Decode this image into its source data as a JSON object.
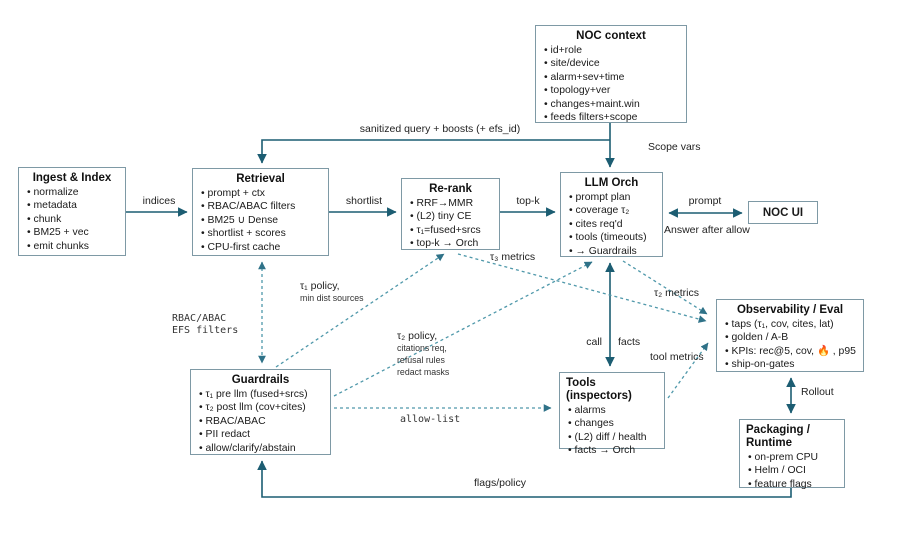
{
  "diagram": {
    "title": "RAG / LLM NOC architecture flow",
    "colors": {
      "solid_arrow": "#1c5d72",
      "dashed_arrow": "#4f98aa",
      "dashed_arrowhead": "#2f7288",
      "box_border": "#7e99a5",
      "text": "#1a1a1a"
    },
    "nodes": {
      "noc_context": {
        "title": "NOC context",
        "items": [
          "id+role",
          "site/device",
          "alarm+sev+time",
          "topology+ver",
          "changes+maint.win",
          "feeds filters+scope"
        ]
      },
      "ingest": {
        "title": "Ingest & Index",
        "items": [
          "normalize",
          "metadata",
          "chunk",
          "BM25 + vec",
          "emit chunks"
        ]
      },
      "retrieval": {
        "title": "Retrieval",
        "items": [
          "prompt + ctx",
          "RBAC/ABAC filters",
          "BM25 ∪ Dense",
          "shortlist + scores",
          "CPU-first cache"
        ]
      },
      "rerank": {
        "title": "Re-rank",
        "items": [
          "RRF→MMR",
          "(L2) tiny CE",
          "τ₁=fused+srcs",
          "top-k → Orch"
        ]
      },
      "llm_orch": {
        "title": "LLM Orch",
        "items": [
          "prompt plan",
          "coverage τ₂",
          "cites req'd",
          "tools (timeouts)",
          "→ Guardrails"
        ]
      },
      "noc_ui": {
        "title": "NOC UI"
      },
      "observability": {
        "title": "Observability / Eval",
        "items": [
          "taps (τ₁, cov, cites, lat)",
          "golden / A-B",
          "KPIs: rec@5, cov, 🔥 , p95",
          "ship-on-gates"
        ]
      },
      "guardrails": {
        "title": "Guardrails",
        "items": [
          "τ₁ pre llm (fused+srcs)",
          "τ₂ post llm (cov+cites)",
          "RBAC/ABAC",
          "PII redact",
          "allow/clarify/abstain"
        ]
      },
      "tools": {
        "title": "Tools (inspectors)",
        "items": [
          "alarms",
          "changes",
          "(L2) diff / health",
          "facts → Orch"
        ]
      },
      "packaging": {
        "title": "Packaging / Runtime",
        "items": [
          "on-prem CPU",
          "Helm / OCI",
          "feature flags"
        ]
      }
    },
    "edge_labels": {
      "sanitized_query": "sanitized query + boosts (+ efs_id)",
      "scope_vars": "Scope vars",
      "indices": "indices",
      "shortlist": "shortlist",
      "top_k": "top-k",
      "prompt": "prompt",
      "answer_after_allow": "Answer after allow",
      "rbac_line1": "RBAC/ABAC",
      "rbac_line2": "EFS filters",
      "tau1_policy_line1": "τ₁ policy,",
      "tau1_policy_line2": "min dist sources",
      "tau2_policy_line1": "τ₂ policy,",
      "tau2_policy_line2": "citations req,",
      "tau2_policy_line3": "refusal rules",
      "tau2_policy_line4": "redact masks",
      "tau3_metrics": "τ₃ metrics",
      "tau2_metrics": "τ₂ metrics",
      "call": "call",
      "facts": "facts",
      "tool_metrics": "tool metrics",
      "allow_list": "allow-list",
      "rollout": "Rollout",
      "flags_policy": "flags/policy"
    }
  }
}
